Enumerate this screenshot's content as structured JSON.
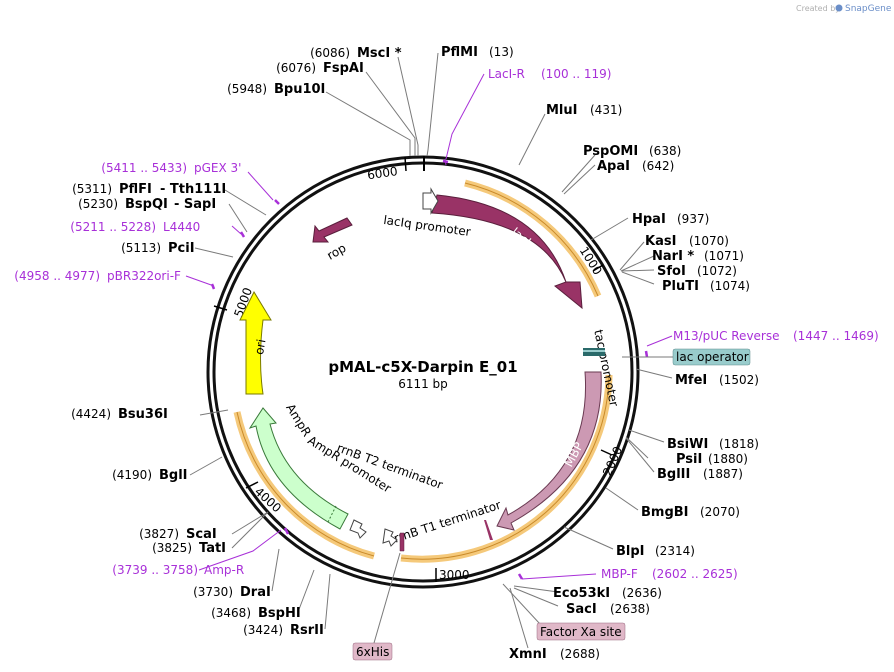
{
  "credit": {
    "prefix": "Created by",
    "brand": "SnapGene"
  },
  "plasmid": {
    "name": "pMAL-c5X-Darpin E_01",
    "size": "6111 bp"
  },
  "ticks": [
    "1000",
    "2000",
    "3000",
    "4000",
    "5000",
    "6000"
  ],
  "sites": {
    "msci": {
      "name": "MscI *",
      "pos": "(6086)"
    },
    "fspai": {
      "name": "FspAI",
      "pos": "(6076)"
    },
    "bpu10i": {
      "name": "Bpu10I",
      "pos": "(5948)"
    },
    "pflmi": {
      "name": "PflMI",
      "pos": "(13)"
    },
    "mlui": {
      "name": "MluI",
      "pos": "(431)"
    },
    "pspomi": {
      "name": "PspOMI",
      "pos": "(638)"
    },
    "apai": {
      "name": "ApaI",
      "pos": "(642)"
    },
    "hpai": {
      "name": "HpaI",
      "pos": "(937)"
    },
    "kasi": {
      "name": "KasI",
      "pos": "(1070)"
    },
    "nari": {
      "name": "NarI *",
      "pos": "(1071)"
    },
    "sfoi": {
      "name": "SfoI",
      "pos": "(1072)"
    },
    "pluti": {
      "name": "PluTI",
      "pos": "(1074)"
    },
    "mfei": {
      "name": "MfeI",
      "pos": "(1502)"
    },
    "bsiwi": {
      "name": "BsiWI",
      "pos": "(1818)"
    },
    "psii": {
      "name": "PsiI",
      "pos": "(1880)"
    },
    "bglii": {
      "name": "BglII",
      "pos": "(1887)"
    },
    "bmgbi": {
      "name": "BmgBI",
      "pos": "(2070)"
    },
    "blpi": {
      "name": "BlpI",
      "pos": "(2314)"
    },
    "eco53ki": {
      "name": "Eco53kI",
      "pos": "(2636)"
    },
    "saci": {
      "name": "SacI",
      "pos": "(2638)"
    },
    "xmni": {
      "name": "XmnI",
      "pos": "(2688)"
    },
    "bsu36i": {
      "name": "Bsu36I",
      "pos": "(4424)"
    },
    "bgli": {
      "name": "BglI",
      "pos": "(4190)"
    },
    "scai": {
      "name": "ScaI",
      "pos": "(3827)"
    },
    "tati": {
      "name": "TatI",
      "pos": "(3825)"
    },
    "drai": {
      "name": "DraI",
      "pos": "(3730)"
    },
    "bsphi": {
      "name": "BspHI",
      "pos": "(3468)"
    },
    "rsrii": {
      "name": "RsrII",
      "pos": "(3424)"
    },
    "pflfi": {
      "name": "PflFI",
      "pos": "(5311)"
    },
    "tth111i": {
      "name": "- Tth111I"
    },
    "bspqi": {
      "name": "BspQI",
      "pos": "(5230)"
    },
    "sapi": {
      "name": "- SapI"
    },
    "pcii": {
      "name": "PciI",
      "pos": "(5113)"
    }
  },
  "primers": {
    "lacir": {
      "name": "LacI-R",
      "range": "(100 .. 119)"
    },
    "m13": {
      "name": "M13/pUC Reverse",
      "range": "(1447 .. 1469)"
    },
    "mbpf": {
      "name": "MBP-F",
      "range": "(2602 .. 2625)"
    },
    "ampr": {
      "name": "Amp-R",
      "range": "(3739 .. 3758)"
    },
    "pbr322": {
      "name": "pBR322ori-F",
      "range": "(4958 .. 4977)"
    },
    "l4440": {
      "name": "L4440",
      "range": "(5211 .. 5228)"
    },
    "pgex3": {
      "name": "pGEX 3'",
      "range": "(5411 .. 5433)"
    }
  },
  "features": {
    "laci": "lacI",
    "laciq_promoter": "lacIq promoter",
    "rop": "rop",
    "tac_promoter": "tac promoter",
    "lac_operator": "lac operator",
    "mbp": "MBP",
    "factor_xa": "Factor Xa site",
    "his": "6xHis",
    "rrnb_t1": "rrnB T1 terminator",
    "rrnb_t2": "rrnB T2 terminator",
    "ampr_promoter": "AmpR promoter",
    "ampr": "AmpR",
    "ori": "ori"
  },
  "colors": {
    "laci": "#993366",
    "mbp": "#cc99b3",
    "ampr": "#ccffcc",
    "ori": "#ffff00",
    "rop": "#993366",
    "primer": "#a830d8",
    "highlight": "#f5c97a",
    "lac_operator_box": "#99cccc",
    "factor_xa_box": "#e0b8c8"
  }
}
